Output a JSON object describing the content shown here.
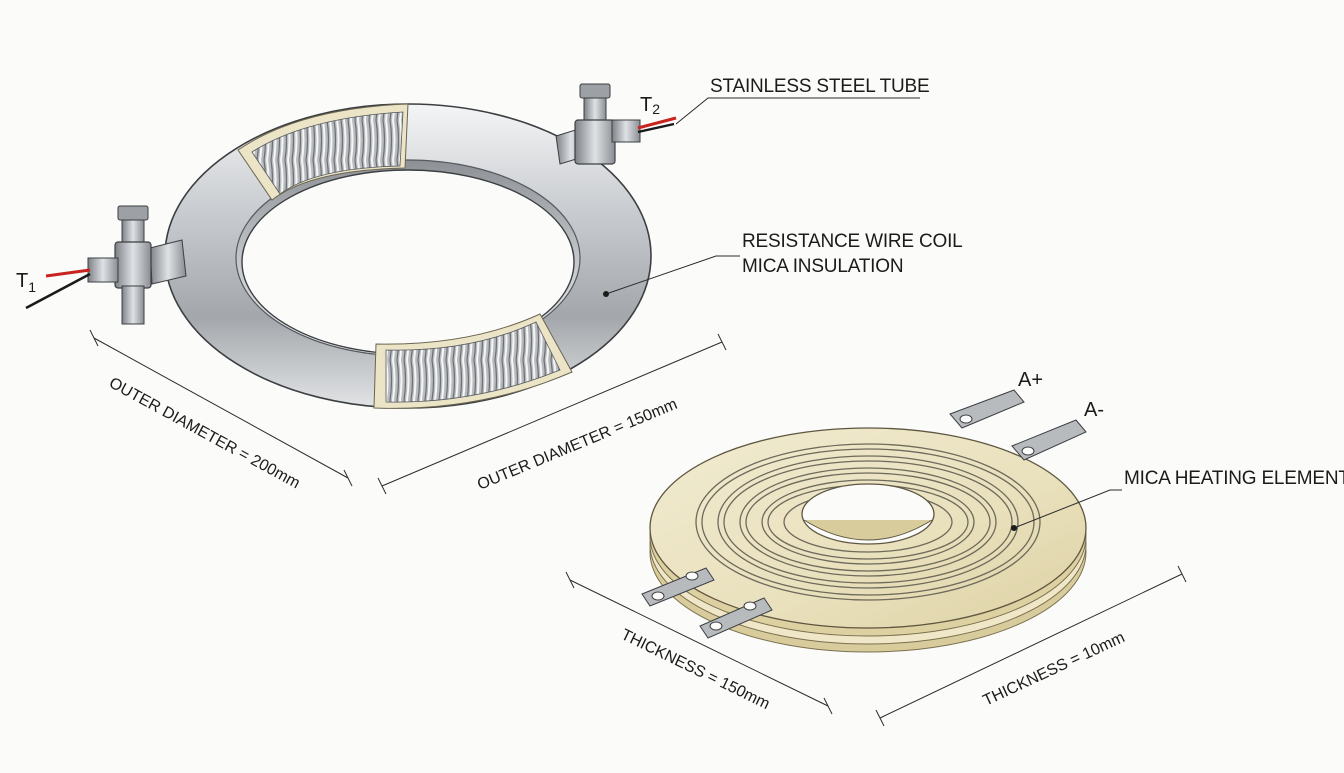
{
  "ring_heater": {
    "callouts": {
      "stainless_tube": "STAINLESS STEEL TUBE",
      "coil_line1": "RESISTANCE WIRE COIL",
      "coil_line2": "MICA INSULATION"
    },
    "terminals": {
      "t1_letter": "T",
      "t1_sub": "1",
      "t2_letter": "T",
      "t2_sub": "2"
    },
    "dimensions": {
      "outer_left": "OUTER DIAMETER = 200mm",
      "outer_right": "OUTER DIAMETER = 150mm"
    }
  },
  "mica_disc": {
    "callout": "MICA HEATING ELEMENT",
    "terminals": {
      "a_plus": "A+",
      "a_minus": "A-"
    },
    "dimensions": {
      "thickness_left": "THICKNESS = 150mm",
      "thickness_right": "THICKNESS = 10mm"
    }
  },
  "colors": {
    "steel_light": "#e4e6e8",
    "steel_dark": "#8e9296",
    "mica": "#ebe3c2",
    "mica_edge": "#cdbf8e",
    "wire_red": "#c8231e",
    "wire_black": "#1a1a1a"
  }
}
